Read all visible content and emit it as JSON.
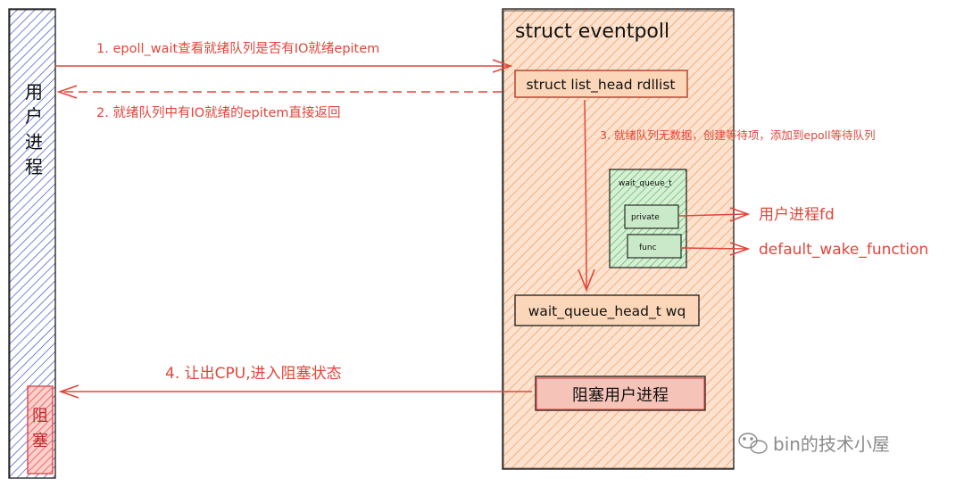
{
  "user_process": {
    "label_chars": [
      "用",
      "户",
      "进",
      "程"
    ],
    "blocked_chars": [
      "阻",
      "塞"
    ]
  },
  "eventpoll": {
    "title": "struct eventpoll",
    "rdllist_label": "struct list_head rdllist",
    "wait_queue_t_label": "wait_queue_t",
    "private_label": "private",
    "func_label": "func",
    "wq_label": "wait_queue_head_t wq",
    "block_label": "阻塞用户进程"
  },
  "arrows": {
    "step1": "1. epoll_wait查看就绪队列是否有IO就绪epitem",
    "step2": "2. 就绪队列中有IO就绪的epitem直接返回",
    "step3": "3. 就绪队列无数据，创建等待项，添加到epoll等待队列",
    "step4": "4. 让出CPU,进入阻塞状态"
  },
  "targets": {
    "private_target": "用户进程fd",
    "func_target": "default_wake_function"
  },
  "watermark": {
    "text": "bin的技术小屋"
  },
  "colors": {
    "arrow_red": "#e0463a",
    "user_blue": "#3d4fc4",
    "eventpoll_orange": "#f6b07a",
    "box_border": "#b5523a",
    "queue_green": "#62bf6a",
    "blocked_red": "#e54848"
  }
}
